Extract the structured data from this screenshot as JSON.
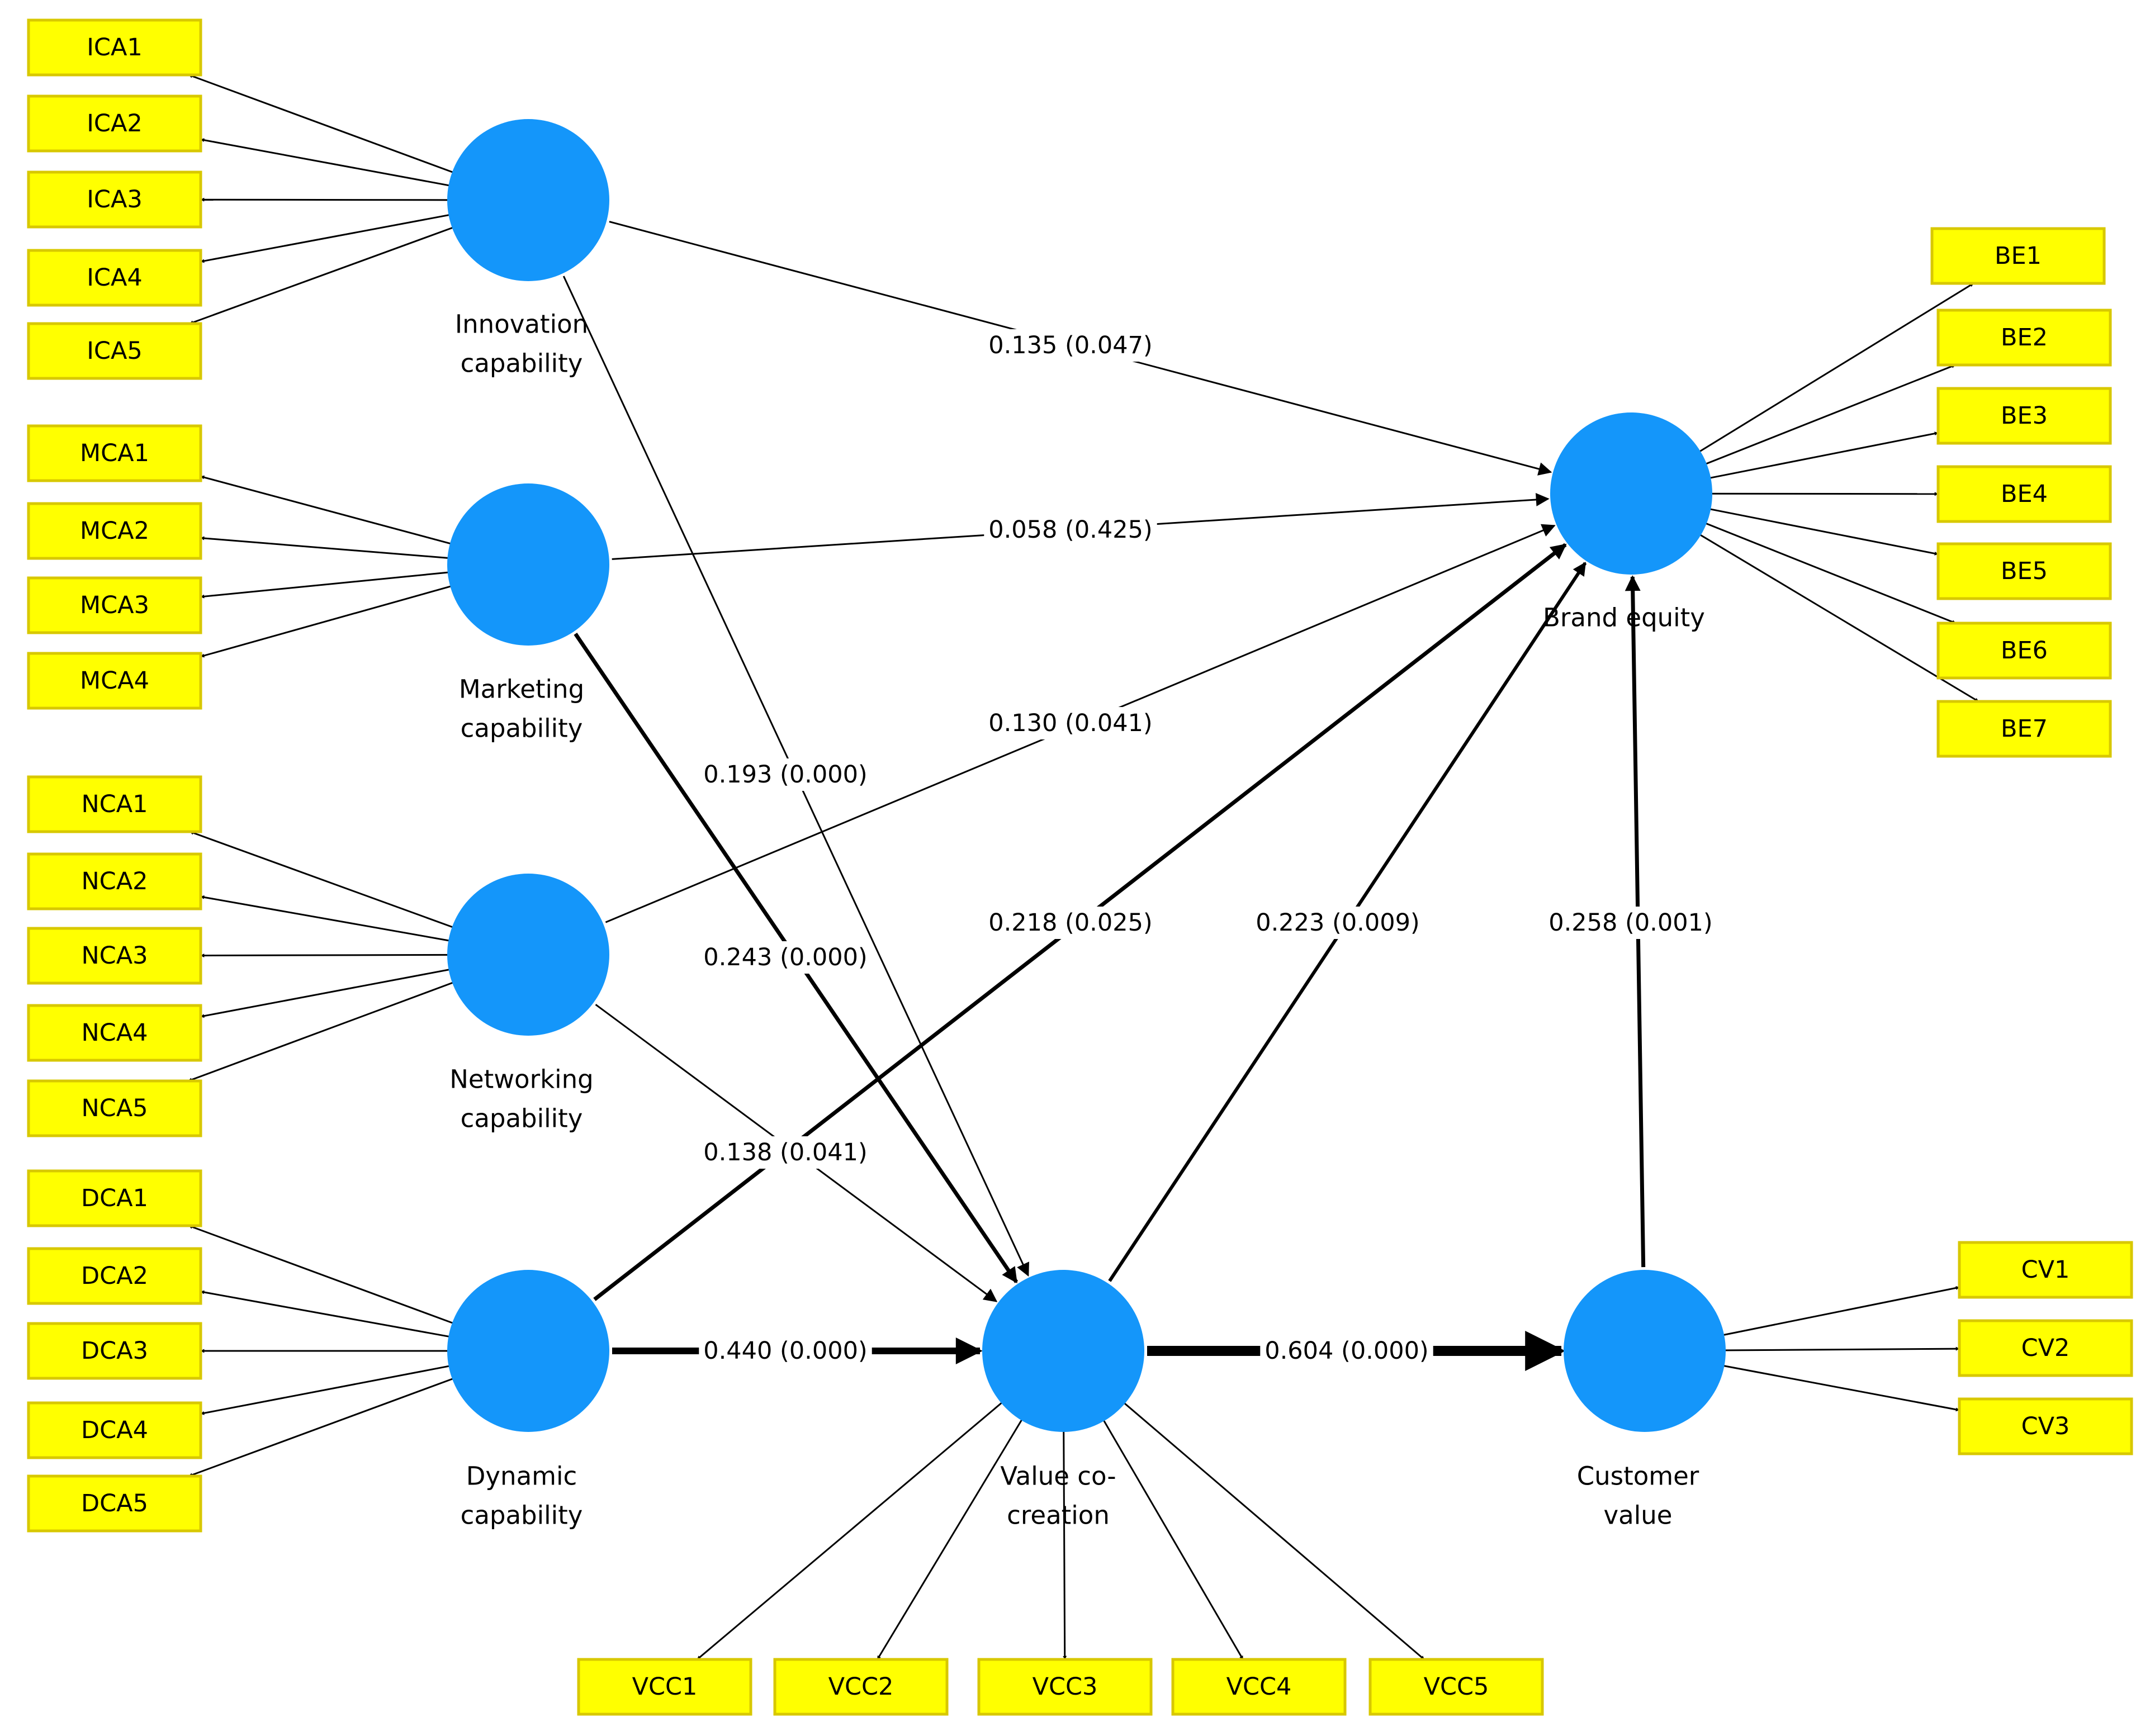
{
  "colors": {
    "latent": "#1496fa",
    "indicator_fill": "#ffff00",
    "indicator_border": "#d8c800",
    "line": "#000000",
    "background": "#ffffff"
  },
  "latents": {
    "ica": [
      "Innovation",
      "capability"
    ],
    "mca": [
      "Marketing",
      "capability"
    ],
    "nca": [
      "Networking",
      "capability"
    ],
    "dca": [
      "Dynamic",
      "capability"
    ],
    "vcc": [
      "Value co-",
      "creation"
    ],
    "cv": [
      "Customer",
      "value"
    ],
    "be": [
      "Brand equity"
    ]
  },
  "indicators": {
    "ica": [
      "ICA1",
      "ICA2",
      "ICA3",
      "ICA4",
      "ICA5"
    ],
    "mca": [
      "MCA1",
      "MCA2",
      "MCA3",
      "MCA4"
    ],
    "nca": [
      "NCA1",
      "NCA2",
      "NCA3",
      "NCA4",
      "NCA5"
    ],
    "dca": [
      "DCA1",
      "DCA2",
      "DCA3",
      "DCA4",
      "DCA5"
    ],
    "be": [
      "BE1",
      "BE2",
      "BE3",
      "BE4",
      "BE5",
      "BE6",
      "BE7"
    ],
    "cv": [
      "CV1",
      "CV2",
      "CV3"
    ],
    "vcc": [
      "VCC1",
      "VCC2",
      "VCC3",
      "VCC4",
      "VCC5"
    ]
  },
  "paths": [
    {
      "from": "ica",
      "to": "be",
      "coefficient": 0.135,
      "p_value": 0.047,
      "label": "0.135 (0.047)"
    },
    {
      "from": "mca",
      "to": "be",
      "coefficient": 0.058,
      "p_value": 0.425,
      "label": "0.058 (0.425)"
    },
    {
      "from": "nca",
      "to": "be",
      "coefficient": 0.13,
      "p_value": 0.041,
      "label": "0.130 (0.041)"
    },
    {
      "from": "ica",
      "to": "vcc",
      "coefficient": 0.193,
      "p_value": 0.0,
      "label": "0.193 (0.000)"
    },
    {
      "from": "mca",
      "to": "vcc",
      "coefficient": 0.243,
      "p_value": 0.0,
      "label": "0.243 (0.000)"
    },
    {
      "from": "nca",
      "to": "vcc",
      "coefficient": 0.138,
      "p_value": 0.041,
      "label": "0.138 (0.041)"
    },
    {
      "from": "dca",
      "to": "be",
      "coefficient": 0.218,
      "p_value": 0.025,
      "label": "0.218 (0.025)"
    },
    {
      "from": "vcc",
      "to": "be",
      "coefficient": 0.223,
      "p_value": 0.009,
      "label": "0.223 (0.009)"
    },
    {
      "from": "cv",
      "to": "be",
      "coefficient": 0.258,
      "p_value": 0.001,
      "label": "0.258 (0.001)"
    },
    {
      "from": "dca",
      "to": "vcc",
      "coefficient": 0.44,
      "p_value": 0.0,
      "label": "0.440 (0.000)"
    },
    {
      "from": "vcc",
      "to": "cv",
      "coefficient": 0.604,
      "p_value": 0.0,
      "label": "0.604 (0.000)"
    }
  ]
}
